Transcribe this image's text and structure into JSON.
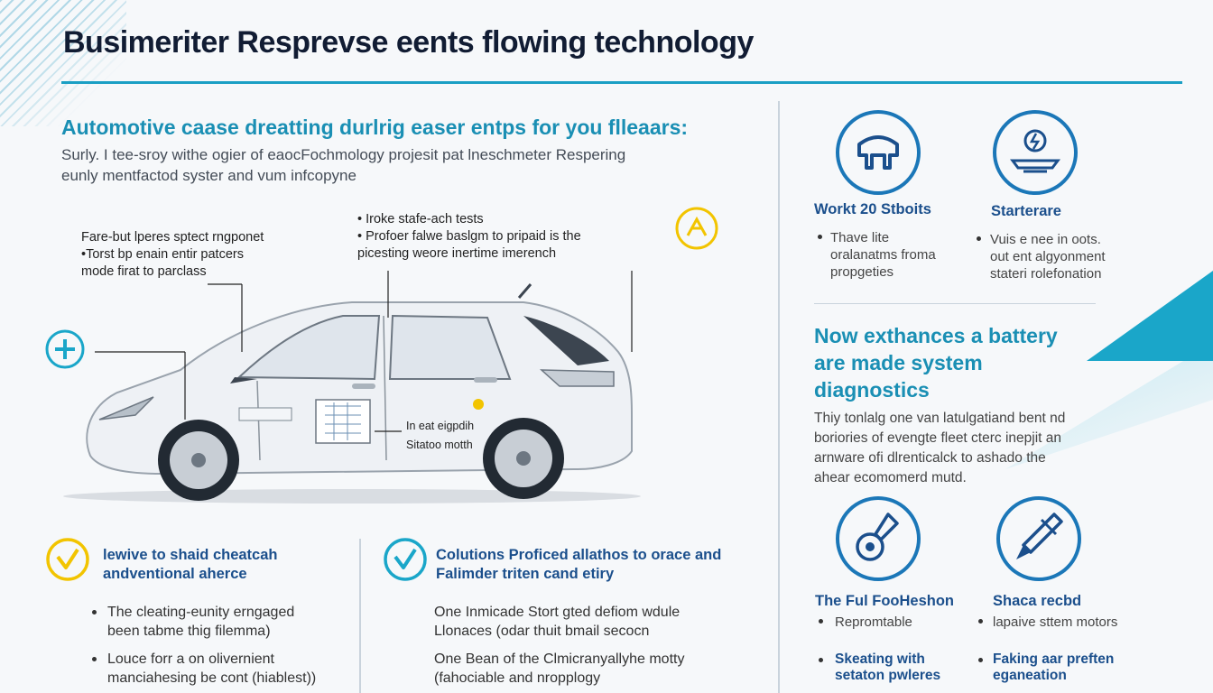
{
  "header": {
    "title": "Busimeriter Resprevse eents flowing technology"
  },
  "intro": {
    "heading": "Automotive caase dreatting durlrig easer entps for you flleaars:",
    "lines": [
      "Surly. I tee-sroy withe ogier of eaocFochmology projesit pat lneschmeter Respering",
      "eunly mentfactod syster and vum infcopyne"
    ]
  },
  "callouts": {
    "left": [
      "Fare-but lperes sptect rngponet",
      "•Torst bp enain entir patcers",
      "mode firat to parclass"
    ],
    "top": [
      "• Iroke stafe-ach tests",
      "• Profoer falwe baslgm to pripaid is the",
      "picesting weore inertime imerench"
    ],
    "door": [
      "In eat eigpdih",
      "Sitatoo motth"
    ]
  },
  "features": [
    {
      "title": "Workt 20 Stboits",
      "lines": [
        "Thave lite",
        "oralanatms froma",
        "propgeties"
      ],
      "icon": "seat-icon"
    },
    {
      "title": "Starterare",
      "lines": [
        "Vuis e nee in oots.",
        "out ent algyonment",
        "stateri rolefonation"
      ],
      "icon": "battery-charge-icon"
    }
  ],
  "right": {
    "heading": [
      "Now exthances a battery",
      "are made system",
      "diagnostics"
    ],
    "paragraph": [
      "Thiy tonlalg one van latulgatiand bent nd",
      "boriories of evengte fleet cterc inepjit an",
      "arnware ofi dlrenticalck to ashado the",
      "ahear ecomomerd mutd."
    ]
  },
  "tools": [
    {
      "title": "The Ful FooHeshon",
      "line": "Repromtable",
      "sub": [
        "Skeating with",
        "setaton pwleres"
      ],
      "icon": "wrench-hand-icon"
    },
    {
      "title": "Shaca recbd",
      "line": "lapaive sttem motors",
      "sub": [
        "Faking aar preften",
        "eganeation"
      ],
      "icon": "screwdriver-icon"
    }
  ],
  "bottom": [
    {
      "title": [
        "lewive to shaid cheatcah",
        "andventional aherce"
      ],
      "items": [
        [
          "The cleating-eunity erngaged",
          "been tabme thig filemma)"
        ],
        [
          "Louce forr a on olivernient",
          "manciahesing be cont (hiablest))"
        ]
      ],
      "color": "#f2c400"
    },
    {
      "title": [
        "Colutions Proficed allathos to orace and",
        "Falimder triten cand etiry"
      ],
      "items": [
        [
          "One Inmicade Stort gted defiom wdule",
          "Llonaces (odar thuit bmail secocn"
        ],
        [
          "One Bean of the Clmicranyallyhe motty",
          "(fahociable and nropplogy"
        ]
      ],
      "color": "#1aa6c9"
    }
  ],
  "colors": {
    "accent": "#1a9fc4",
    "navy": "#1b4f8c",
    "yellow": "#f2c400"
  }
}
